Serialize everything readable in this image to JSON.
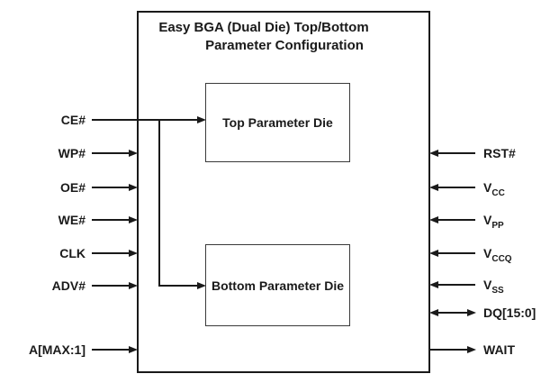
{
  "title": {
    "line1": "Easy BGA (Dual Die) Top/Bottom",
    "line2": "Parameter Configuration"
  },
  "blocks": {
    "top_die": "Top Parameter Die",
    "bottom_die": "Bottom Parameter Die"
  },
  "signals": {
    "left": [
      {
        "base": "CE#",
        "direction": "input",
        "routes_to": "both dies"
      },
      {
        "base": "WP#",
        "direction": "input"
      },
      {
        "base": "OE#",
        "direction": "input"
      },
      {
        "base": "WE#",
        "direction": "input"
      },
      {
        "base": "CLK",
        "direction": "input"
      },
      {
        "base": "ADV#",
        "direction": "input"
      },
      {
        "base": "A[MAX:1]",
        "direction": "input"
      }
    ],
    "right": [
      {
        "base": "RST#",
        "direction": "input"
      },
      {
        "base": "V",
        "sub": "CC",
        "direction": "input"
      },
      {
        "base": "V",
        "sub": "PP",
        "direction": "input"
      },
      {
        "base": "V",
        "sub": "CCQ",
        "direction": "input"
      },
      {
        "base": "V",
        "sub": "SS",
        "direction": "input"
      },
      {
        "base": "DQ[15:0]",
        "direction": "bidirectional"
      },
      {
        "base": "WAIT",
        "direction": "output"
      }
    ]
  },
  "colors": {
    "line": "#1a1a1a",
    "background": "#ffffff",
    "text": "#1a1a1a"
  }
}
